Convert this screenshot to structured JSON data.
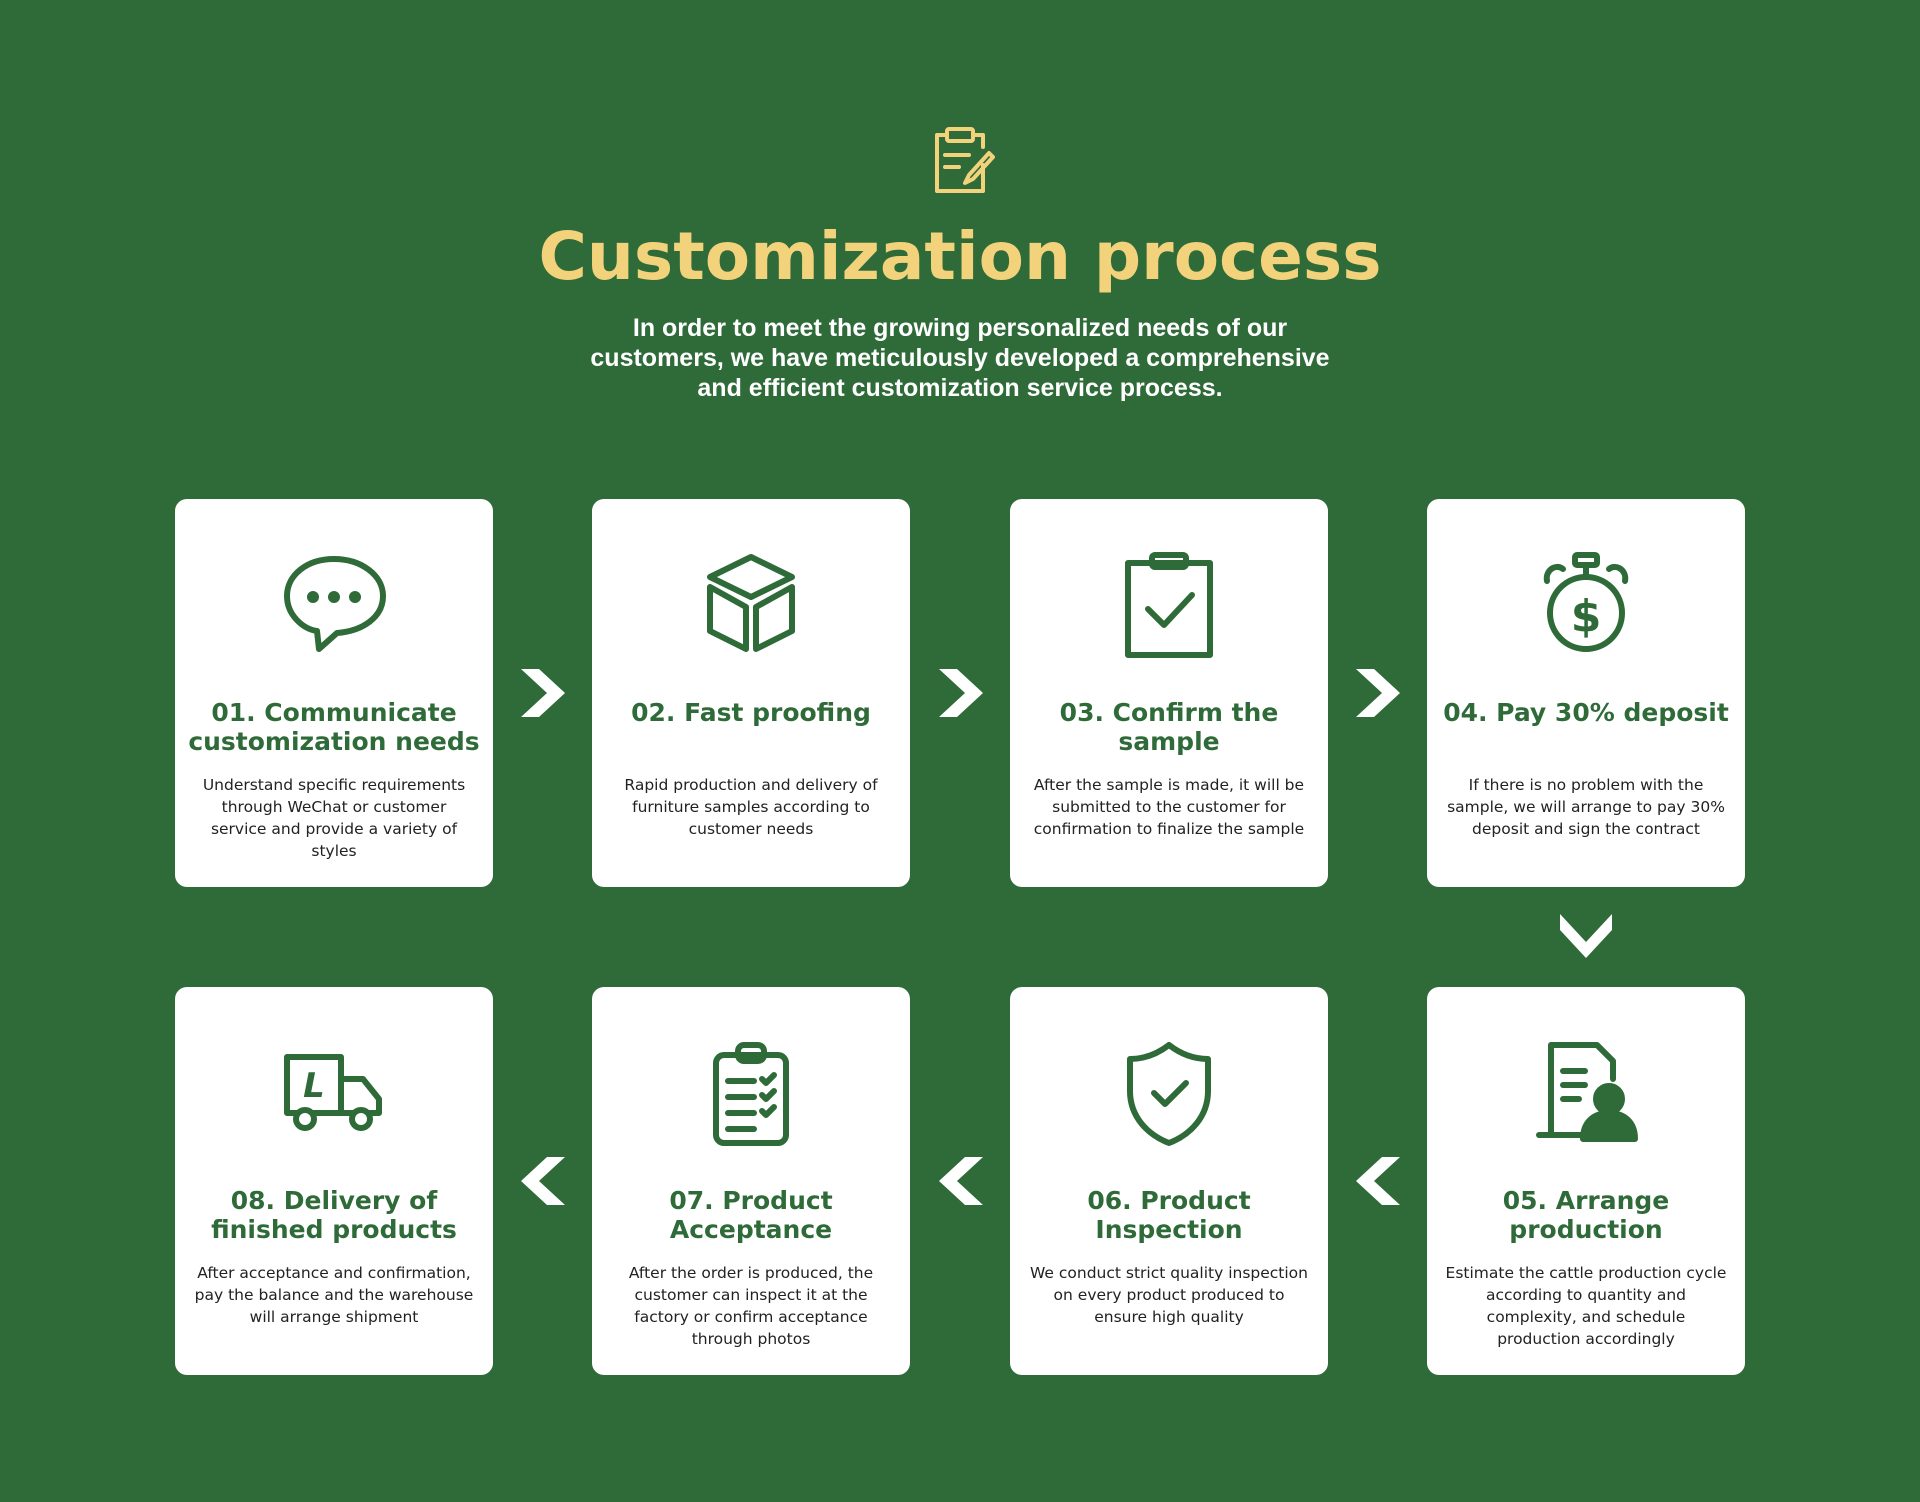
{
  "header": {
    "icon": "clipboard-edit-icon",
    "title": "Customization process",
    "subtitle": "In order to meet the growing personalized needs of our customers, we have meticulously developed a comprehensive and efficient customization service process."
  },
  "colors": {
    "background": "#2f6b39",
    "title": "#f3d27c",
    "card": "#ffffff",
    "accent": "#2f6b39"
  },
  "steps": [
    {
      "title": "01. Communicate customization needs",
      "description": "Understand specific requirements through WeChat or customer service and provide a variety of styles",
      "icon": "chat-bubble-icon"
    },
    {
      "title": "02. Fast proofing",
      "description": "Rapid production and delivery of furniture samples according to customer needs",
      "icon": "cube-icon"
    },
    {
      "title": "03. Confirm the sample",
      "description": "After the sample is made, it will be submitted to the customer for confirmation to finalize the sample",
      "icon": "clipboard-check-icon"
    },
    {
      "title": "04. Pay 30% deposit",
      "description": "If there is no problem with the sample, we will arrange to pay 30% deposit and sign the contract",
      "icon": "stopwatch-dollar-icon"
    },
    {
      "title": "05. Arrange production",
      "description": "Estimate the cattle production cycle according to quantity and complexity, and schedule production accordingly",
      "icon": "document-user-icon"
    },
    {
      "title": "06. Product Inspection",
      "description": "We conduct strict quality inspection on every product produced to ensure high quality",
      "icon": "shield-check-icon"
    },
    {
      "title": "07. Product Acceptance",
      "description": "After the order is produced, the customer can inspect it at the factory or confirm acceptance through photos",
      "icon": "checklist-icon"
    },
    {
      "title": "08. Delivery of finished products",
      "description": "After acceptance and confirmation, pay the balance and the warehouse will arrange shipment",
      "icon": "delivery-truck-icon"
    }
  ]
}
